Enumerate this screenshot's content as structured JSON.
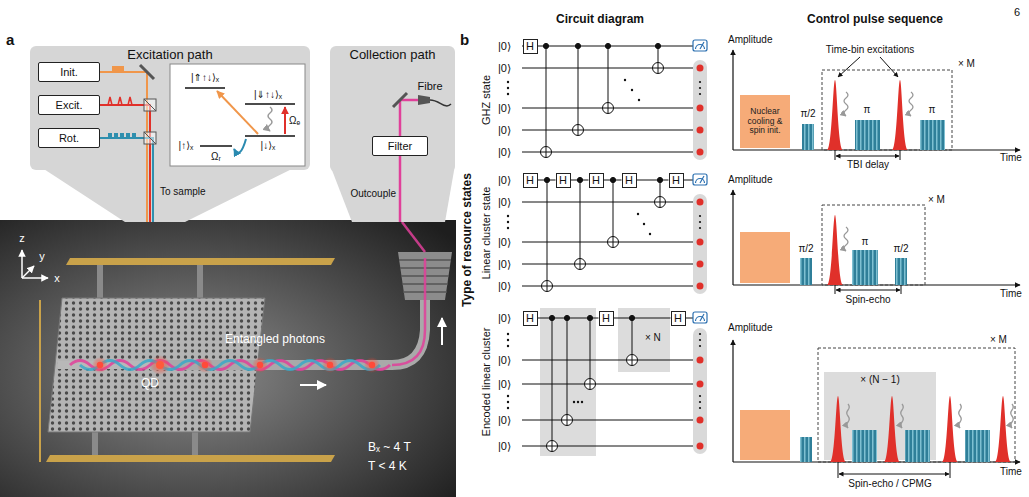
{
  "diagram": {
    "nodes": [
      {
        "text": [
          "Excitation path"
        ]
      },
      {
        "text": [
          "Init."
        ],
        "in": 0
      },
      {
        "text": [
          "Excit."
        ],
        "in": 0
      },
      {
        "text": [
          "Rot."
        ],
        "in": 0
      },
      {
        "text": [
          "Collection path"
        ]
      },
      {
        "text": [
          "Filter"
        ],
        "in": 4
      },
      {
        "text": [
          "H"
        ]
      },
      {
        "text": [
          "H"
        ]
      },
      {
        "text": [
          "H"
        ]
      },
      {
        "text": [
          "H"
        ]
      },
      {
        "text": [
          "H"
        ]
      },
      {
        "text": [
          "H"
        ]
      },
      {
        "text": [
          "H"
        ]
      },
      {
        "text": [
          "H"
        ]
      },
      {
        "text": [
          "H"
        ]
      },
      {
        "text": [
          "Nuclear cooling & spin init."
        ]
      }
    ],
    "edges": [
      {
        "from": 7,
        "to": 8,
        "arrow": "none"
      },
      {
        "from": 8,
        "to": 9,
        "arrow": "none"
      },
      {
        "from": 9,
        "to": 10,
        "arrow": "none"
      },
      {
        "from": 10,
        "to": 11,
        "arrow": "none"
      },
      {
        "from": 12,
        "to": 13,
        "arrow": "none"
      },
      {
        "from": 13,
        "to": 14,
        "arrow": "none"
      }
    ],
    "labels": [
      "6",
      "a",
      "b",
      "To sample",
      "Fibre",
      "Outcouple",
      "|⇑↑↓⟩ₓ",
      "|⇓↑↓⟩ₓ",
      "|↑⟩ₓ",
      "|↓⟩ₓ",
      "Ωₑ",
      "Ωᵣ",
      "z",
      "y",
      "x",
      "QD",
      "Entangled photons",
      "Bₓ ~ 4 T",
      "T < 4 K",
      "Circuit diagram",
      "Control pulse sequence",
      "Type of resource states",
      "GHZ state",
      "Linear cluster state",
      "Encoded linear cluster",
      "|0⟩",
      "|0⟩",
      "|0⟩",
      "|0⟩",
      "|0⟩",
      "|0⟩",
      "|0⟩",
      "|0⟩",
      "|0⟩",
      "|0⟩",
      "|0⟩",
      "|0⟩",
      "|0⟩",
      "|0⟩",
      "|0⟩",
      "× N",
      "Amplitude",
      "Time",
      "π/2",
      "π",
      "π",
      "Time-bin excitations",
      "TBI delay",
      "× M",
      "Amplitude",
      "Time",
      "π/2",
      "π",
      "π/2",
      "Spin-echo",
      "× M",
      "Amplitude",
      "Time",
      "× (N − 1)",
      "Spin-echo / CPMG",
      "× M"
    ]
  }
}
